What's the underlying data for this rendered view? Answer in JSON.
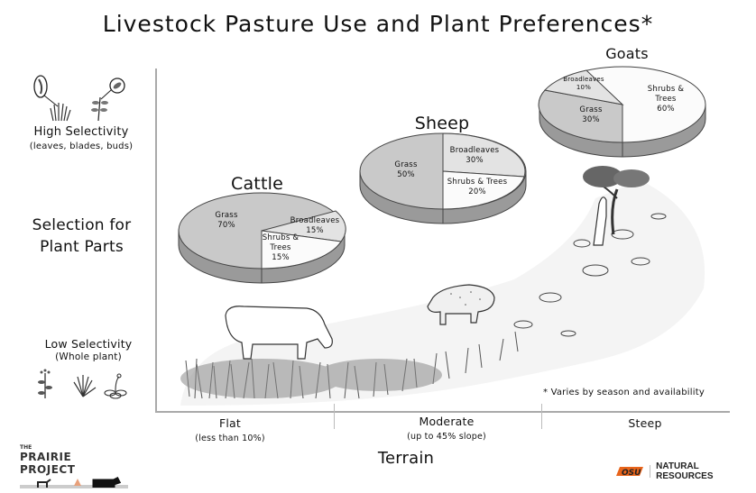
{
  "title": "Livestock Pasture Use and Plant Preferences*",
  "y_axis": {
    "label_line1": "Selection for",
    "label_line2": "Plant Parts",
    "high": {
      "title": "High Selectivity",
      "subtitle": "(leaves, blades, buds)"
    },
    "low": {
      "title": "Low Selectivity",
      "subtitle": "(Whole plant)"
    }
  },
  "x_axis": {
    "label": "Terrain",
    "categories": [
      {
        "label": "Flat",
        "sub": "(less than 10%)"
      },
      {
        "label": "Moderate",
        "sub": "(up to 45% slope)"
      },
      {
        "label": "Steep",
        "sub": ""
      }
    ]
  },
  "footnote": "* Varies by season and availability",
  "logos": {
    "left_small": "THE",
    "left_main": "PRAIRIE PROJECT",
    "right_mark": "OSU",
    "right_text": "NATURAL RESOURCES"
  },
  "colors": {
    "grass": "#c9c9c9",
    "broadleaves": "#e3e3e3",
    "shrubs": "#fbfbfb",
    "side": "#9a9a9a",
    "osu_orange": "#e8641b"
  },
  "chart_data": [
    {
      "type": "pie",
      "title": "Cattle",
      "terrain": "Flat",
      "categories": [
        "Grass",
        "Broadleaves",
        "Shrubs & Trees"
      ],
      "values": [
        70,
        15,
        15
      ],
      "labels": [
        "Grass 70%",
        "Broadleaves 15%",
        "Shrubs & Trees 15%"
      ]
    },
    {
      "type": "pie",
      "title": "Sheep",
      "terrain": "Moderate",
      "categories": [
        "Grass",
        "Broadleaves",
        "Shrubs & Trees"
      ],
      "values": [
        50,
        30,
        20
      ],
      "labels": [
        "Grass 50%",
        "Broadleaves 30%",
        "Shrubs & Trees 20%"
      ]
    },
    {
      "type": "pie",
      "title": "Goats",
      "terrain": "Steep",
      "categories": [
        "Grass",
        "Broadleaves",
        "Shrubs & Trees"
      ],
      "values": [
        30,
        10,
        60
      ],
      "labels": [
        "Grass 30%",
        "Broadleaves 10%",
        "Shrubs & Trees 60%"
      ]
    }
  ],
  "pies": {
    "cattle": {
      "title": "Cattle",
      "grass": "Grass",
      "grass_pct": "70%",
      "broad": "Broadleaves",
      "broad_pct": "15%",
      "shrub1": "Shrubs &",
      "shrub2": "Trees",
      "shrub_pct": "15%"
    },
    "sheep": {
      "title": "Sheep",
      "grass": "Grass",
      "grass_pct": "50%",
      "broad": "Broadleaves",
      "broad_pct": "30%",
      "shrub1": "Shrubs & Trees",
      "shrub_pct": "20%"
    },
    "goats": {
      "title": "Goats",
      "grass": "Grass",
      "grass_pct": "30%",
      "broad": "Broadleaves",
      "broad_pct": "10%",
      "shrub1": "Shrubs &",
      "shrub2": "Trees",
      "shrub_pct": "60%"
    }
  }
}
